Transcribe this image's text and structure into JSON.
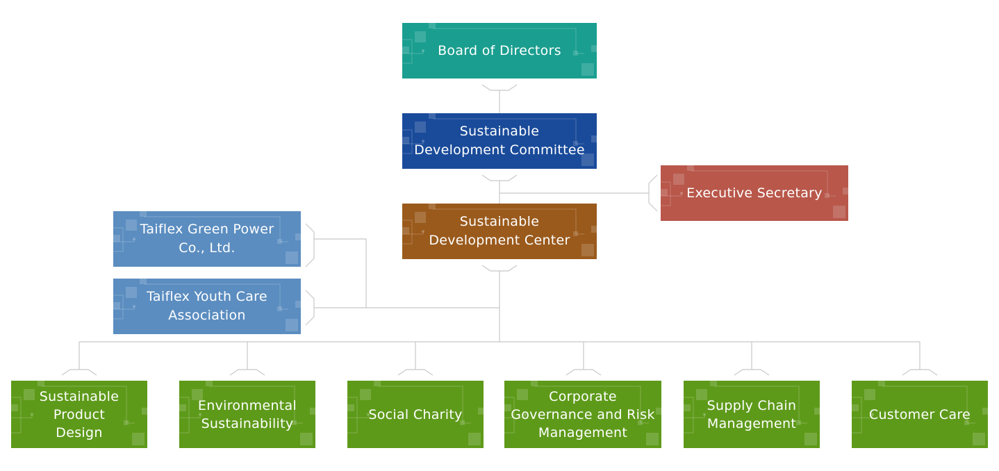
{
  "colors": {
    "board": "#1a9e8f",
    "committee": "#1a4b9a",
    "center": "#9a5a1c",
    "secretary": "#b8574a",
    "affiliate": "#5b8dc0",
    "team": "#5e9a1a",
    "connector": "#c8c8c8"
  },
  "nodes": {
    "board": {
      "label": "Board of Directors"
    },
    "committee": {
      "label": "Sustainable\nDevelopment Committee"
    },
    "secretary": {
      "label": "Executive Secretary"
    },
    "center": {
      "label": "Sustainable\nDevelopment Center"
    },
    "green_power": {
      "label": "Taiflex Green Power\nCo., Ltd."
    },
    "youth_care": {
      "label": "Taiflex Youth Care\nAssociation"
    }
  },
  "teams": [
    {
      "label": "Sustainable\nProduct\nDesign"
    },
    {
      "label": "Environmental\nSustainability"
    },
    {
      "label": "Social Charity"
    },
    {
      "label": "Corporate\nGovernance and Risk\nManagement"
    },
    {
      "label": "Supply Chain\nManagement"
    },
    {
      "label": "Customer Care"
    }
  ]
}
